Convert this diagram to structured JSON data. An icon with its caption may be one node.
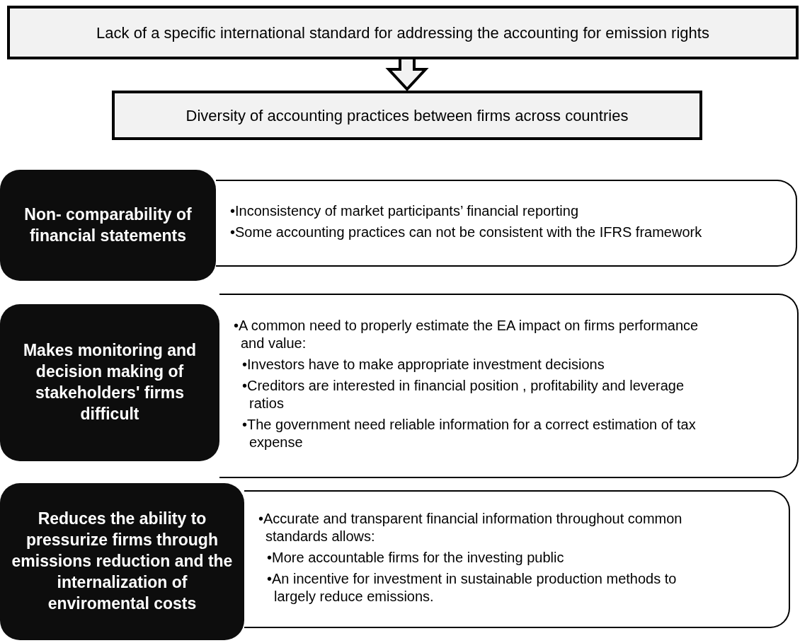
{
  "diagram": {
    "nodes": [
      {
        "text": [
          "Lack of a specific  international standard for addressing the accounting for emission rights"
        ]
      },
      {
        "text": [
          "Diversity of accounting practices between firms across countries"
        ]
      },
      {
        "text": [
          "Non- comparability of financial statements"
        ]
      },
      {
        "text": [
          "•Inconsistency of market  participants’ financial reporting",
          "•Some accounting practices can not be consistent with the IFRS framework"
        ]
      },
      {
        "text": [
          "Makes monitoring and decision making of stakeholders' firms difficult"
        ]
      },
      {
        "text": [
          "•A common need to properly estimate the EA impact on firms performance and value:",
          "•Investors have to make  appropriate investment decisions",
          "•Creditors are interested in financial position , profitability and leverage ratios",
          "•The government need reliable information for a correct estimation of tax expense"
        ]
      },
      {
        "text": [
          "Reduces the ability to pressurize firms through emissions reduction and the internalization of enviromental costs"
        ]
      },
      {
        "text": [
          "•Accurate and transparent  financial information throughout common standards allows:",
          "•More accountable firms for the investing public",
          "•An incentive for investment in sustainable production methods to  largely reduce emissions."
        ]
      }
    ],
    "edges": [
      {
        "from": 0,
        "to": 1,
        "arrow": "to"
      }
    ]
  }
}
